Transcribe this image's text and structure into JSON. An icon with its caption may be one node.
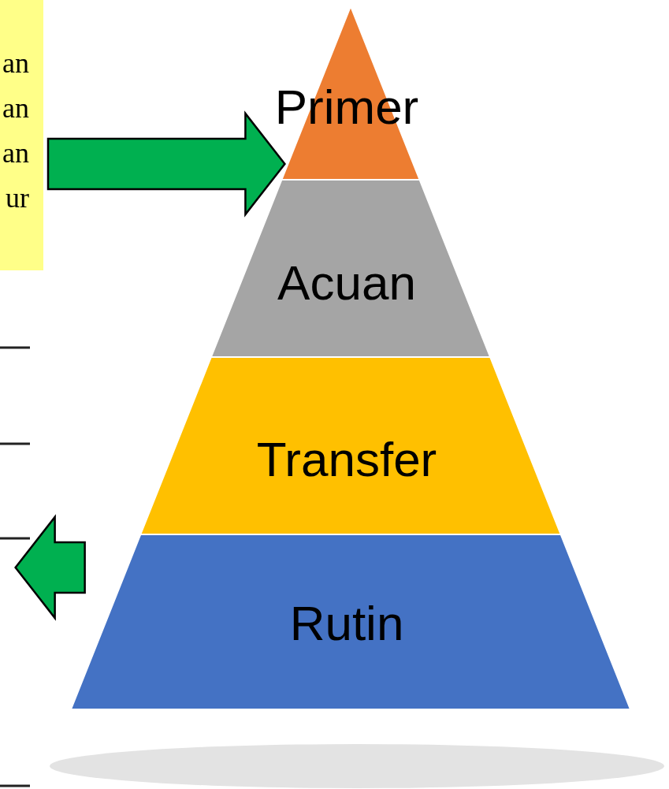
{
  "diagram": {
    "nodes": [
      {
        "text": [
          "an an an ur"
        ]
      },
      {
        "text": [
          "Primer"
        ]
      },
      {
        "text": [
          "Acuan"
        ]
      },
      {
        "text": [
          "Transfer"
        ]
      },
      {
        "text": [
          "Rutin"
        ]
      }
    ],
    "edges": [
      {
        "from": 0,
        "to": 1,
        "arrow": "to"
      },
      {
        "from": 4,
        "to": null,
        "arrow": "to"
      }
    ]
  }
}
